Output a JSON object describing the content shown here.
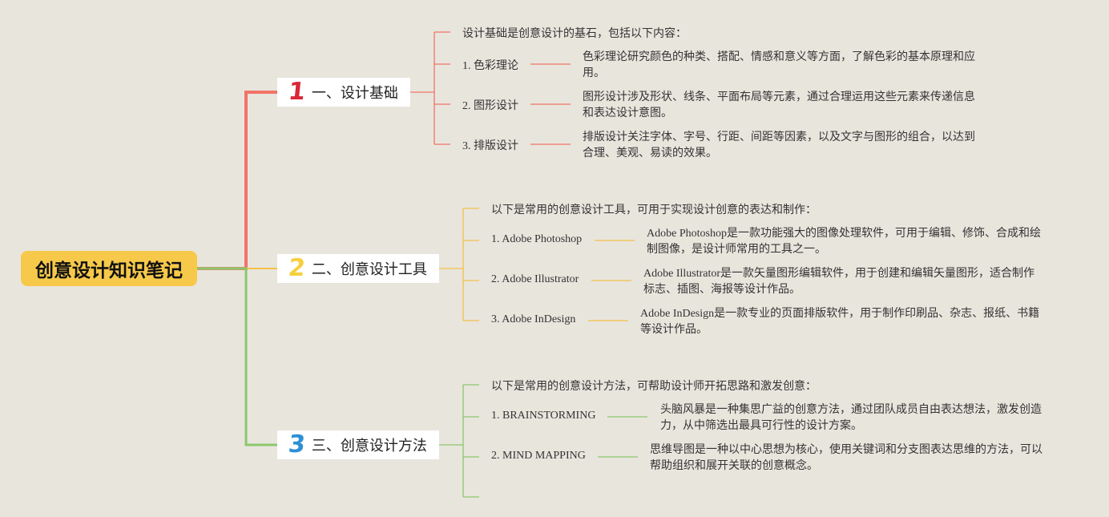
{
  "root": {
    "title": "创意设计知识笔记"
  },
  "colors": {
    "root_bg": "#f7c94a",
    "branch1": "#f27366",
    "branch2": "#f5c04a",
    "branch3": "#8cc86c",
    "num1": "#d92638",
    "num2": "#f5d03f",
    "num3": "#2e90d5"
  },
  "branches": [
    {
      "num": "1",
      "title": "一、设计基础",
      "intro": "设计基础是创意设计的基石，包括以下内容：",
      "items": [
        {
          "label": "1. 色彩理论",
          "desc": "色彩理论研究颜色的种类、搭配、情感和意义等方面，了解色彩的基本原理和应用。"
        },
        {
          "label": "2. 图形设计",
          "desc": "图形设计涉及形状、线条、平面布局等元素，通过合理运用这些元素来传递信息和表达设计意图。"
        },
        {
          "label": "3. 排版设计",
          "desc": "排版设计关注字体、字号、行距、间距等因素，以及文字与图形的组合，以达到合理、美观、易读的效果。"
        }
      ]
    },
    {
      "num": "2",
      "title": "二、创意设计工具",
      "intro": "以下是常用的创意设计工具，可用于实现设计创意的表达和制作：",
      "items": [
        {
          "label": "1. Adobe Photoshop",
          "desc": "Adobe Photoshop是一款功能强大的图像处理软件，可用于编辑、修饰、合成和绘制图像，是设计师常用的工具之一。"
        },
        {
          "label": "2. Adobe Illustrator",
          "desc": "Adobe Illustrator是一款矢量图形编辑软件，用于创建和编辑矢量图形，适合制作标志、插图、海报等设计作品。"
        },
        {
          "label": "3. Adobe InDesign",
          "desc": "Adobe InDesign是一款专业的页面排版软件，用于制作印刷品、杂志、报纸、书籍等设计作品。"
        }
      ]
    },
    {
      "num": "3",
      "title": "三、创意设计方法",
      "intro": "以下是常用的创意设计方法，可帮助设计师开拓思路和激发创意：",
      "items": [
        {
          "label": "1. BRAINSTORMING",
          "desc": "头脑风暴是一种集思广益的创意方法，通过团队成员自由表达想法，激发创造力，从中筛选出最具可行性的设计方案。"
        },
        {
          "label": "2. MIND MAPPING",
          "desc": "思维导图是一种以中心思想为核心，使用关键词和分支图表达思维的方法，可以帮助组织和展开关联的创意概念。"
        }
      ]
    }
  ]
}
